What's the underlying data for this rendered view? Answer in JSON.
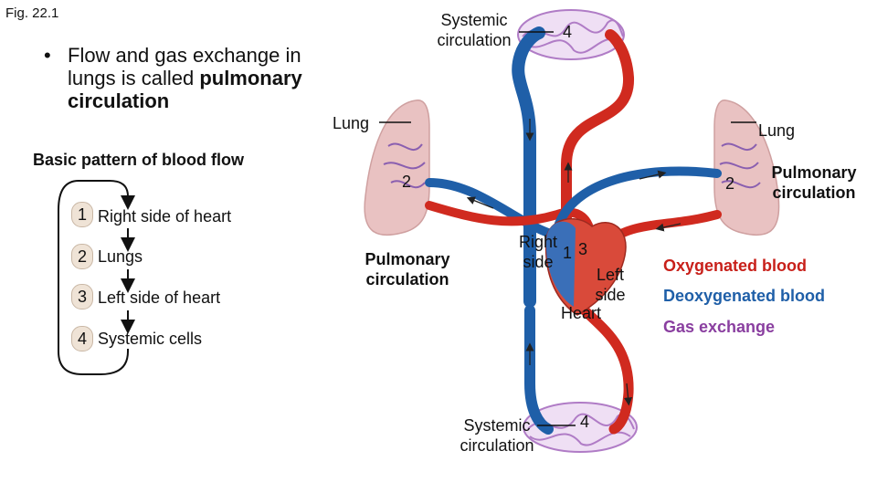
{
  "figure_label": "Fig. 22.1",
  "bullet": {
    "marker": "•",
    "text_plain": "Flow and gas exchange in lungs is called ",
    "text_bold": "pulmonary circulation"
  },
  "pattern": {
    "title": "Basic pattern of blood flow",
    "steps": [
      {
        "num": "1",
        "label": "Right side of heart"
      },
      {
        "num": "2",
        "label": "Lungs"
      },
      {
        "num": "3",
        "label": "Left side of heart"
      },
      {
        "num": "4",
        "label": "Systemic cells"
      }
    ]
  },
  "diagram": {
    "systemic_top": "Systemic circulation",
    "systemic_bottom": "Systemic circulation",
    "lung_left": "Lung",
    "lung_right": "Lung",
    "pulmonary_left": "Pulmonary circulation",
    "pulmonary_right": "Pulmonary circulation",
    "right_side": "Right side",
    "left_side": "Left side",
    "heart": "Heart",
    "num_1": "1",
    "num_2_left": "2",
    "num_2_right": "2",
    "num_3": "3",
    "num_4_top": "4",
    "num_4_bottom": "4"
  },
  "key": {
    "oxygenated": "Oxygenated blood",
    "deoxygenated": "Deoxygenated blood",
    "gas_exchange": "Gas exchange"
  },
  "colors": {
    "oxygenated": "#c8201a",
    "deoxygenated": "#1f5fa8",
    "gas_exchange": "#8a3fa0",
    "lung": "#e9c2c2",
    "capillary": "#b07cc6"
  }
}
